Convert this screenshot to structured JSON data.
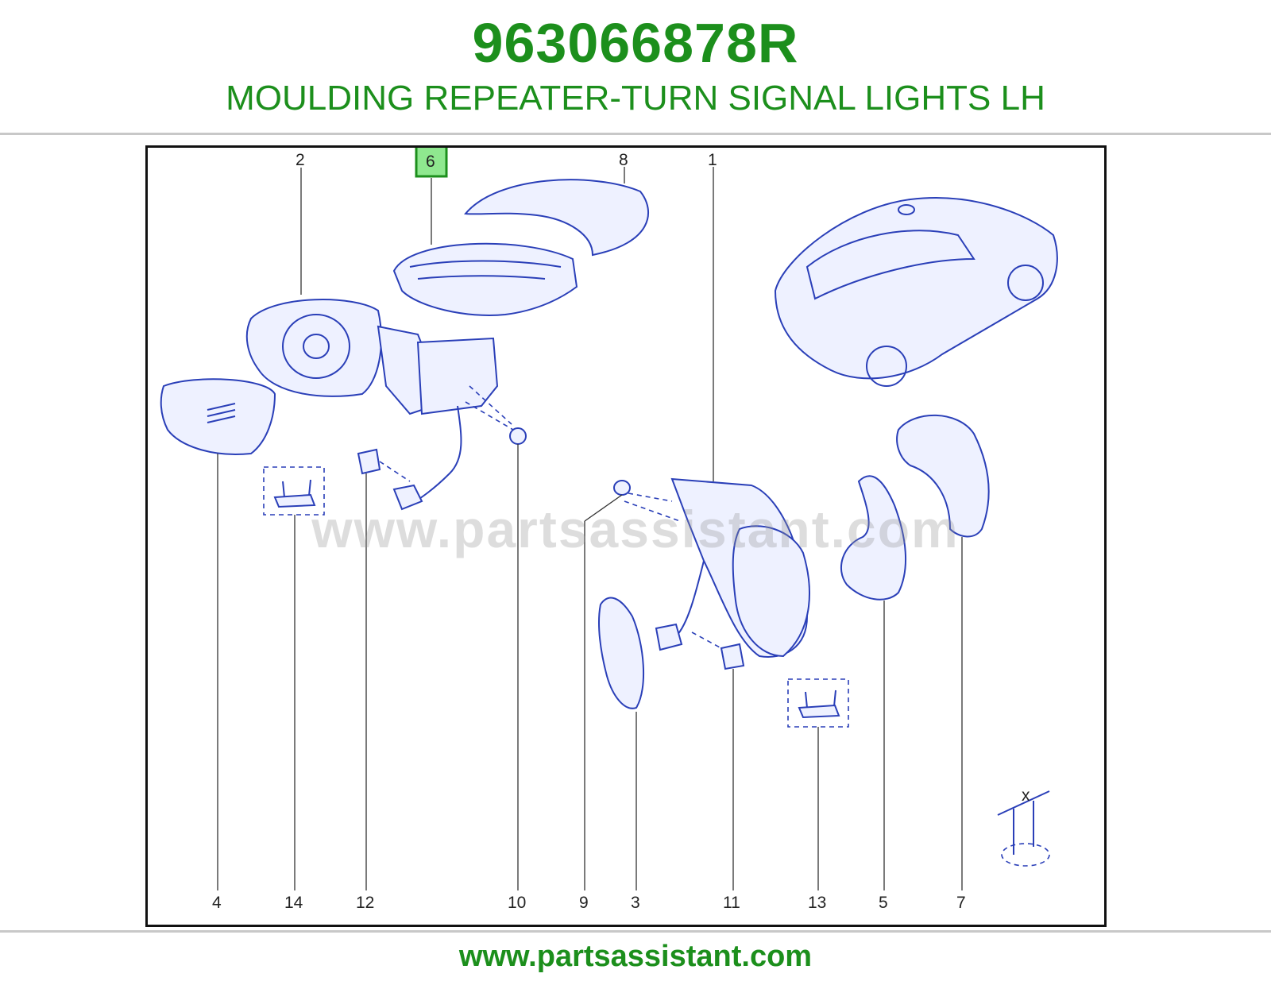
{
  "header": {
    "part_number": "963066878R",
    "description": "MOULDING REPEATER-TURN SIGNAL LIGHTS LH"
  },
  "watermark": "www.partsassistant.com",
  "footer": {
    "url": "www.partsassistant.com"
  },
  "highlight_color": "#1c8f1c",
  "highlighted_callout": "6",
  "callouts_top": [
    {
      "id": "c2",
      "label": "2"
    },
    {
      "id": "c6",
      "label": "6",
      "highlighted": true
    },
    {
      "id": "c8",
      "label": "8"
    },
    {
      "id": "c1",
      "label": "1"
    }
  ],
  "callouts_bottom": [
    {
      "id": "c4",
      "label": "4"
    },
    {
      "id": "c14",
      "label": "14"
    },
    {
      "id": "c12",
      "label": "12"
    },
    {
      "id": "c10",
      "label": "10"
    },
    {
      "id": "c9",
      "label": "9"
    },
    {
      "id": "c3",
      "label": "3"
    },
    {
      "id": "c11",
      "label": "11"
    },
    {
      "id": "c13",
      "label": "13"
    },
    {
      "id": "c5",
      "label": "5"
    },
    {
      "id": "c7",
      "label": "7"
    }
  ],
  "dimension_label": "x"
}
